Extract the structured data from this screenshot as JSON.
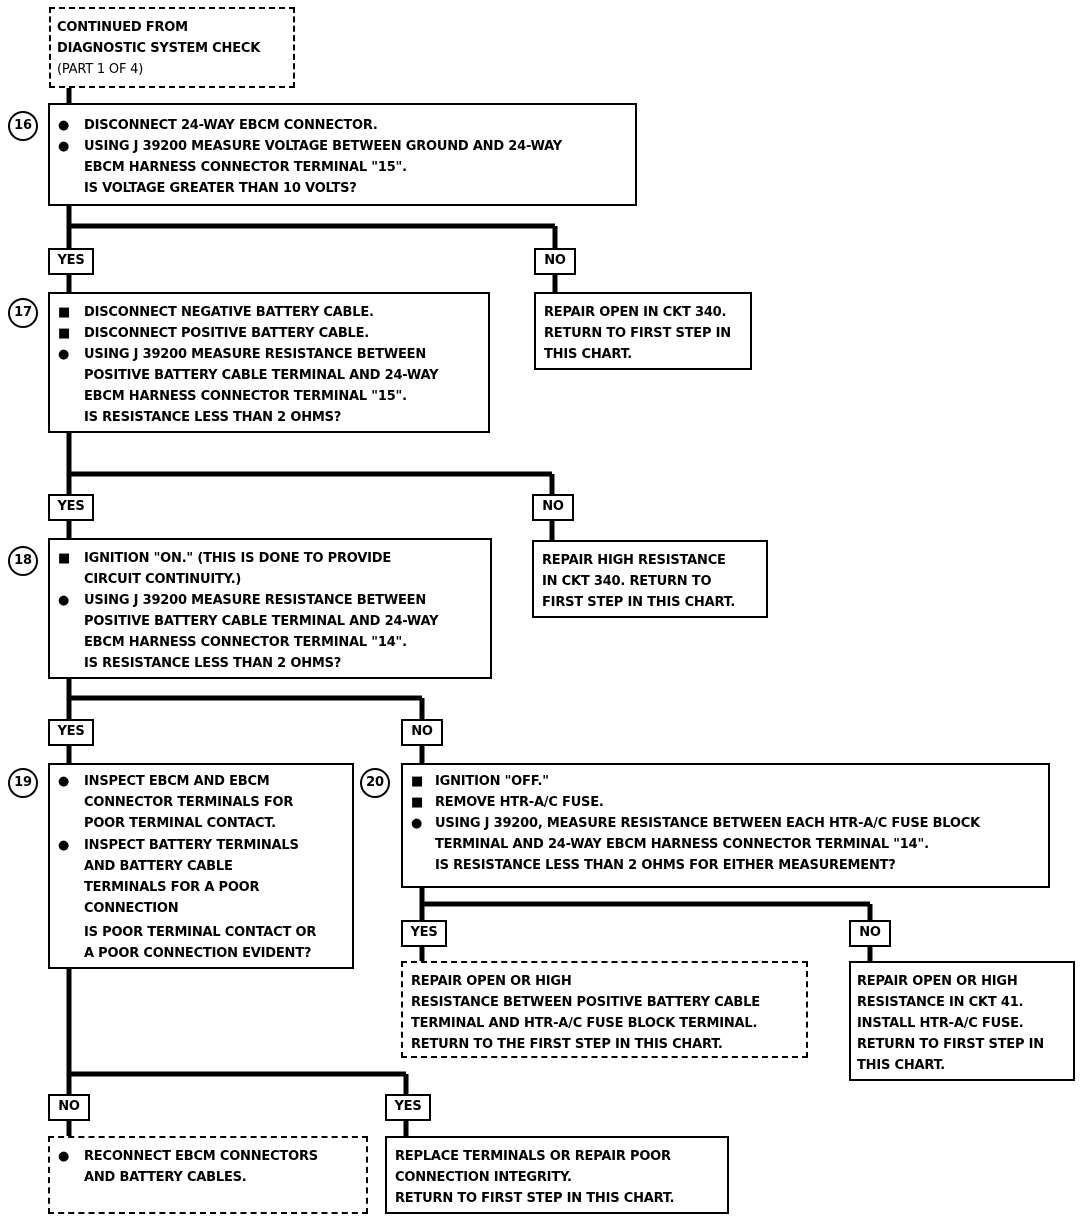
{
  "start_box": {
    "lines": [
      "CONTINUED FROM",
      "DIAGNOSTIC SYSTEM CHECK",
      "(PART 1 OF 4)"
    ]
  },
  "steps": {
    "s16": {
      "number": "16",
      "bullets": [
        {
          "mark": "●",
          "lines": [
            "DISCONNECT 24-WAY EBCM CONNECTOR."
          ]
        },
        {
          "mark": "●",
          "lines": [
            "USING J 39200 MEASURE VOLTAGE BETWEEN GROUND AND 24-WAY",
            "EBCM HARNESS CONNECTOR TERMINAL \"15\".",
            "IS VOLTAGE GREATER THAN 10 VOLTS?"
          ]
        }
      ]
    },
    "s17": {
      "number": "17",
      "bullets": [
        {
          "mark": "■",
          "lines": [
            "DISCONNECT NEGATIVE BATTERY CABLE."
          ]
        },
        {
          "mark": "■",
          "lines": [
            "DISCONNECT POSITIVE BATTERY CABLE."
          ]
        },
        {
          "mark": "●",
          "lines": [
            "USING J 39200 MEASURE RESISTANCE BETWEEN",
            "POSITIVE BATTERY CABLE TERMINAL AND 24-WAY",
            "EBCM HARNESS CONNECTOR TERMINAL \"15\".",
            "IS RESISTANCE LESS THAN 2 OHMS?"
          ]
        }
      ]
    },
    "s18": {
      "number": "18",
      "bullets": [
        {
          "mark": "■",
          "lines": [
            "IGNITION \"ON.\"  (THIS IS DONE TO PROVIDE",
            "CIRCUIT CONTINUITY.)"
          ]
        },
        {
          "mark": "●",
          "lines": [
            "USING J 39200 MEASURE RESISTANCE BETWEEN",
            "POSITIVE BATTERY CABLE TERMINAL AND 24-WAY",
            "EBCM HARNESS CONNECTOR TERMINAL \"14\".",
            "IS RESISTANCE LESS THAN 2 OHMS?"
          ]
        }
      ]
    },
    "s19": {
      "number": "19",
      "bullets": [
        {
          "mark": "●",
          "lines": [
            "INSPECT EBCM AND EBCM",
            "CONNECTOR TERMINALS FOR",
            "POOR TERMINAL CONTACT."
          ]
        },
        {
          "mark": "●",
          "lines": [
            "INSPECT BATTERY TERMINALS",
            "AND BATTERY CABLE",
            "TERMINALS FOR A POOR",
            "CONNECTION",
            "IS POOR TERMINAL CONTACT OR",
            "A POOR CONNECTION EVIDENT?"
          ]
        }
      ]
    },
    "s20": {
      "number": "20",
      "bullets": [
        {
          "mark": "■",
          "lines": [
            "IGNITION \"OFF.\""
          ]
        },
        {
          "mark": "■",
          "lines": [
            "REMOVE HTR-A/C FUSE."
          ]
        },
        {
          "mark": "●",
          "lines": [
            "USING J 39200, MEASURE RESISTANCE BETWEEN EACH HTR-A/C FUSE BLOCK",
            "TERMINAL AND 24-WAY EBCM HARNESS CONNECTOR TERMINAL \"14\".",
            "IS RESISTANCE LESS THAN 2 OHMS FOR EITHER MEASUREMENT?"
          ]
        }
      ]
    }
  },
  "results": {
    "r16_no": [
      "REPAIR OPEN IN CKT 340.",
      "RETURN TO FIRST STEP IN",
      "THIS CHART."
    ],
    "r17_no": [
      "REPAIR HIGH RESISTANCE",
      "IN CKT 340.  RETURN TO",
      "FIRST STEP IN THIS CHART."
    ],
    "r20_yes": [
      "REPAIR OPEN OR HIGH",
      "RESISTANCE BETWEEN POSITIVE BATTERY CABLE",
      "TERMINAL AND HTR-A/C FUSE BLOCK TERMINAL.",
      "RETURN TO THE FIRST STEP IN THIS CHART."
    ],
    "r20_no": [
      "REPAIR OPEN OR HIGH",
      "RESISTANCE IN CKT 41.",
      "INSTALL HTR-A/C FUSE.",
      "RETURN TO FIRST STEP IN",
      "THIS CHART."
    ],
    "r19_no": {
      "mark": "●",
      "lines": [
        "RECONNECT EBCM CONNECTORS",
        "AND BATTERY CABLES."
      ]
    },
    "r19_yes": [
      "REPLACE TERMINALS OR REPAIR POOR",
      "CONNECTION INTEGRITY.",
      "RETURN TO FIRST STEP IN THIS CHART."
    ]
  },
  "labels": {
    "yes": "YES",
    "no": "NO"
  }
}
